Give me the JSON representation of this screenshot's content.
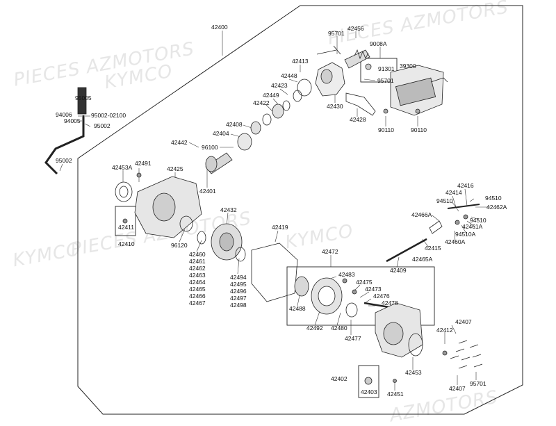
{
  "watermarks": [
    "PIECES AZMOTORS",
    "KYMCO",
    "PIECES AZMOTORS",
    "KYMCO",
    "PIECES AZMOTORS",
    "KYMCO",
    "AZMOTORS"
  ],
  "labels": {
    "l42400": "42400",
    "l42456": "42456",
    "l95701a": "95701",
    "l9008A": "9008A",
    "l42413": "42413",
    "l91301": "91301",
    "l39300": "39300",
    "l42448": "42448",
    "l95701b": "95701",
    "l42423": "42423",
    "l42449": "42449",
    "l42422": "42422",
    "l42430": "42430",
    "l42428": "42428",
    "l90110a": "90110",
    "l90110b": "90110",
    "l42408": "42408",
    "l42404": "42404",
    "l42442": "42442",
    "l96100": "96100",
    "l95005": "95005",
    "l94006": "94006",
    "l9500202100": "95002-02100",
    "l94005": "94005",
    "l95002a": "95002",
    "l95002b": "95002",
    "l42453A": "42453A",
    "l42491": "42491",
    "l42425": "42425",
    "l42401": "42401",
    "l42411": "42411",
    "l42410": "42410",
    "l42432": "42432",
    "l96120": "96120",
    "l42419": "42419",
    "l42460": "42460",
    "l42461": "42461",
    "l42462": "42462",
    "l42463": "42463",
    "l42464": "42464",
    "l42465": "42465",
    "l42466": "42466",
    "l42467": "42467",
    "l42494": "42494",
    "l42495": "42495",
    "l42496": "42496",
    "l42497": "42497",
    "l42498": "42498",
    "l42472": "42472",
    "l42483": "42483",
    "l42475": "42475",
    "l42473": "42473",
    "l42476": "42476",
    "l42478": "42478",
    "l42488": "42488",
    "l42492": "42492",
    "l42480": "42480",
    "l42477": "42477",
    "l42453": "42453",
    "l42402": "42402",
    "l42403": "42403",
    "l42451": "42451",
    "l42409": "42409",
    "l42416": "42416",
    "l42414": "42414",
    "l94510a": "94510",
    "l94510b": "94510",
    "l42462A": "42462A",
    "l42466A": "42466A",
    "l94510c": "94510",
    "l42461A": "42461A",
    "l94510A": "94510A",
    "l42460A": "42460A",
    "l42415": "42415",
    "l42465A": "42465A",
    "l42407a": "42407",
    "l42412": "42412",
    "l42407b": "42407",
    "l95701c": "95701"
  }
}
